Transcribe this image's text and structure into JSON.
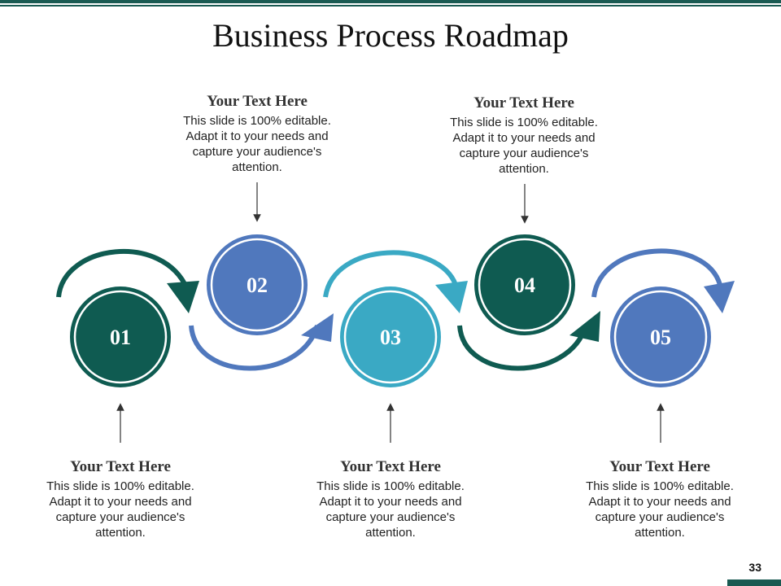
{
  "title": "Business Process Roadmap",
  "page_number": "33",
  "colors": {
    "dark_teal": "#0f5b51",
    "blue": "#5078bd",
    "light_teal": "#3aa9c4"
  },
  "steps": [
    {
      "number": "01",
      "heading": "Your Text Here",
      "body": "This slide is 100% editable. Adapt it to your needs and capture your audience's attention."
    },
    {
      "number": "02",
      "heading": "Your Text Here",
      "body": "This slide is 100% editable. Adapt it to your needs and capture your audience's attention."
    },
    {
      "number": "03",
      "heading": "Your Text Here",
      "body": "This slide is 100% editable. Adapt it to your needs and capture your audience's attention."
    },
    {
      "number": "04",
      "heading": "Your Text Here",
      "body": "This slide is 100% editable. Adapt it to your needs and capture your audience's attention."
    },
    {
      "number": "05",
      "heading": "Your Text Here",
      "body": "This slide is 100% editable. Adapt it to your needs and capture your audience's attention."
    }
  ]
}
